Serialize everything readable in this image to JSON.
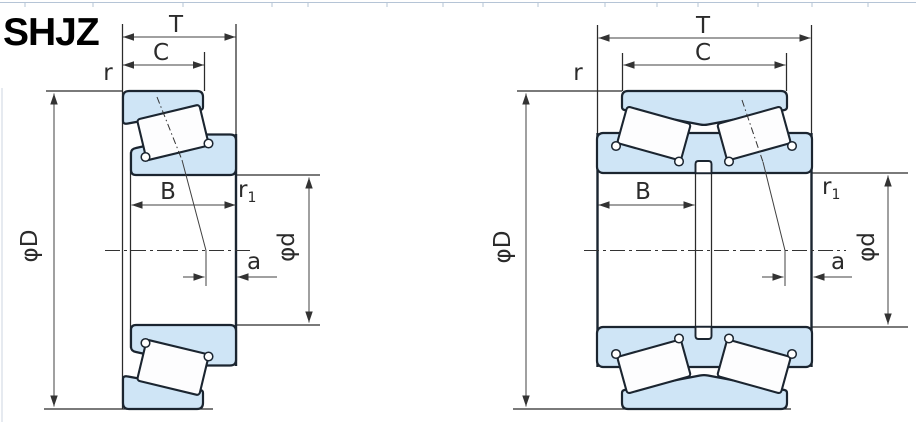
{
  "logo": {
    "text": "SHJZ"
  },
  "figures": {
    "left": {
      "T": "T",
      "C": "C",
      "r": "r",
      "B": "B",
      "r1_base": "r",
      "r1_sub": "1",
      "a": "a",
      "phi_D": "φD",
      "phi_d": "φd"
    },
    "right": {
      "T": "T",
      "C": "C",
      "r": "r",
      "B": "B",
      "r1_base": "r",
      "r1_sub": "1",
      "a": "a",
      "phi_D": "φD",
      "phi_d": "φd"
    }
  },
  "colors": {
    "ring_fill": "#cfe5f6",
    "outline": "#1b2530",
    "dimension_lines": "#404040",
    "label_text": "#2b2b2b",
    "logo_text": "#000000",
    "page_rule": "#b5c4d6"
  }
}
